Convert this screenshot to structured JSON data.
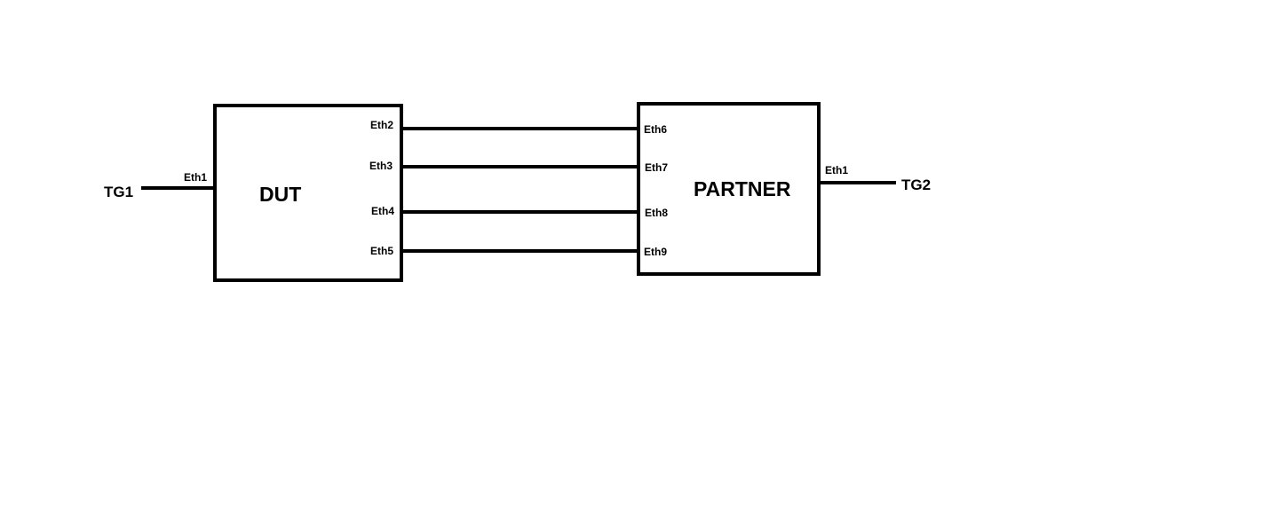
{
  "devices": {
    "dut": {
      "label": "DUT"
    },
    "partner": {
      "label": "PARTNER"
    }
  },
  "traffic_generators": {
    "tg1": {
      "label": "TG1"
    },
    "tg2": {
      "label": "TG2"
    }
  },
  "ports": {
    "dut_eth1": "Eth1",
    "dut_eth2": "Eth2",
    "dut_eth3": "Eth3",
    "dut_eth4": "Eth4",
    "dut_eth5": "Eth5",
    "partner_eth6": "Eth6",
    "partner_eth7": "Eth7",
    "partner_eth8": "Eth8",
    "partner_eth9": "Eth9",
    "partner_eth1": "Eth1"
  },
  "links": [
    {
      "from": "TG1",
      "to": "DUT Eth1"
    },
    {
      "from": "DUT Eth2",
      "to": "PARTNER Eth6"
    },
    {
      "from": "DUT Eth3",
      "to": "PARTNER Eth7"
    },
    {
      "from": "DUT Eth4",
      "to": "PARTNER Eth8"
    },
    {
      "from": "DUT Eth5",
      "to": "PARTNER Eth9"
    },
    {
      "from": "PARTNER Eth1",
      "to": "TG2"
    }
  ],
  "colors": {
    "stroke": "#000000",
    "background": "#ffffff"
  }
}
